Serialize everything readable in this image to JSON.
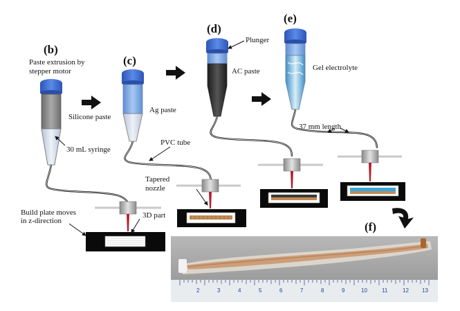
{
  "steps": {
    "b": "(b)",
    "c": "(c)",
    "d": "(d)",
    "e": "(e)",
    "f": "(f)"
  },
  "labels": {
    "paste_extrusion": "Paste extrusion by",
    "stepper_motor": "stepper motor",
    "silicone_paste": "Silicone paste",
    "syringe": "30 mL syringe",
    "ag_paste": "Ag paste",
    "pvc_tube": "PVC tube",
    "tapered": "Tapered",
    "nozzle": "nozzle",
    "plunger": "Plunger",
    "ac_paste": "AC paste",
    "gel_electrolyte": "Gel electrolyte",
    "length": "37 mm length",
    "build_plate_1": "Build plate moves",
    "build_plate_2": "in z-direction",
    "part_3d": "3D part"
  },
  "ruler_numbers": [
    "2",
    "3",
    "4",
    "5",
    "6",
    "7",
    "8",
    "9",
    "10",
    "11",
    "12",
    "13"
  ],
  "colors": {
    "syringe_cap": "#3f6fd6",
    "tip_red": "#b0202a",
    "plate": "#0a0a0a",
    "ag_fill": "#c28a55",
    "gel_fill": "#37a8e0"
  },
  "icons": [
    "arrow-right-icon",
    "curved-arrow-icon"
  ]
}
